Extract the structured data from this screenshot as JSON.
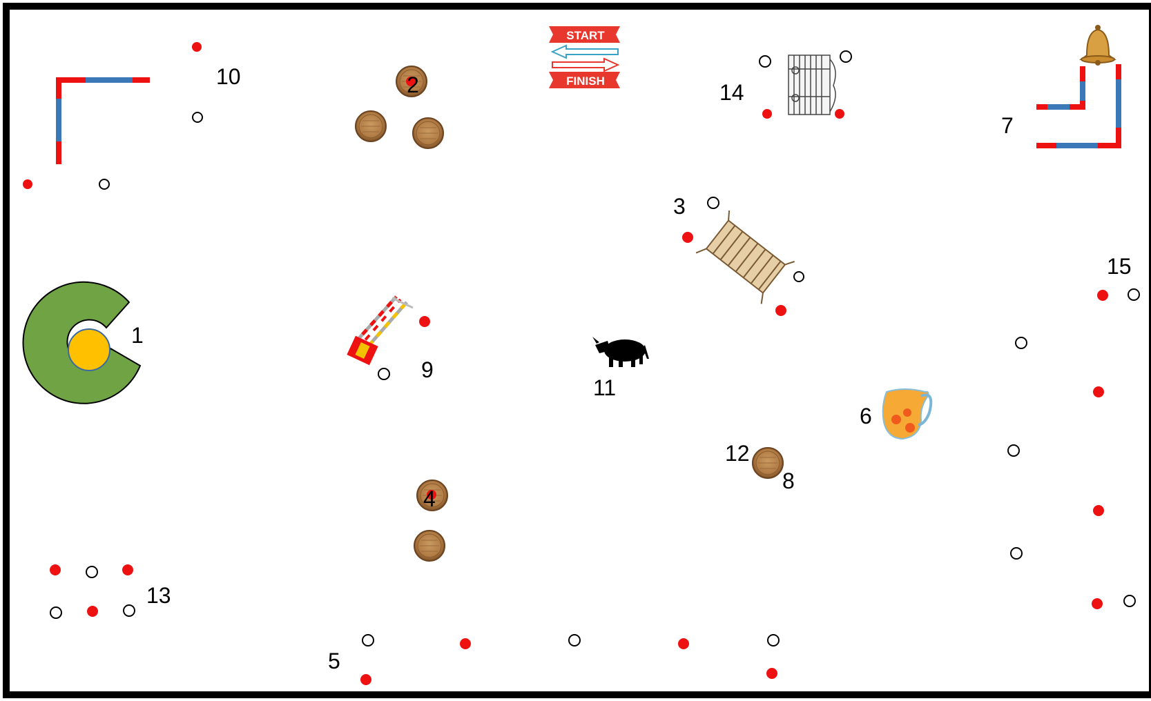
{
  "course": {
    "start_label": "START",
    "finish_label": "FINISH",
    "station_numbers": {
      "s1": "1",
      "s2": "2",
      "s3": "3",
      "s4": "4",
      "s5": "5",
      "s6": "6",
      "s7": "7",
      "s8": "8",
      "s9": "9",
      "s10": "10",
      "s11": "11",
      "s12": "12",
      "s13": "13",
      "s14": "14",
      "s15": "15"
    }
  },
  "colors": {
    "border": "#000000",
    "red_marker": "#ee1111",
    "fence_red": "#ee1111",
    "fence_blue": "#3a78b8",
    "green_area": "#6fa343",
    "yellow_center": "#ffc000",
    "barrel": "#b9874f",
    "bell": "#d9a043"
  },
  "icons": [
    "start-finish-sign-icon",
    "bell-icon",
    "barrel-icon",
    "gate-icon",
    "ladder-bridge-icon",
    "jump-poles-icon",
    "cow-icon",
    "pitcher-icon",
    "corner-fence-icon",
    "pen-area-icon"
  ]
}
